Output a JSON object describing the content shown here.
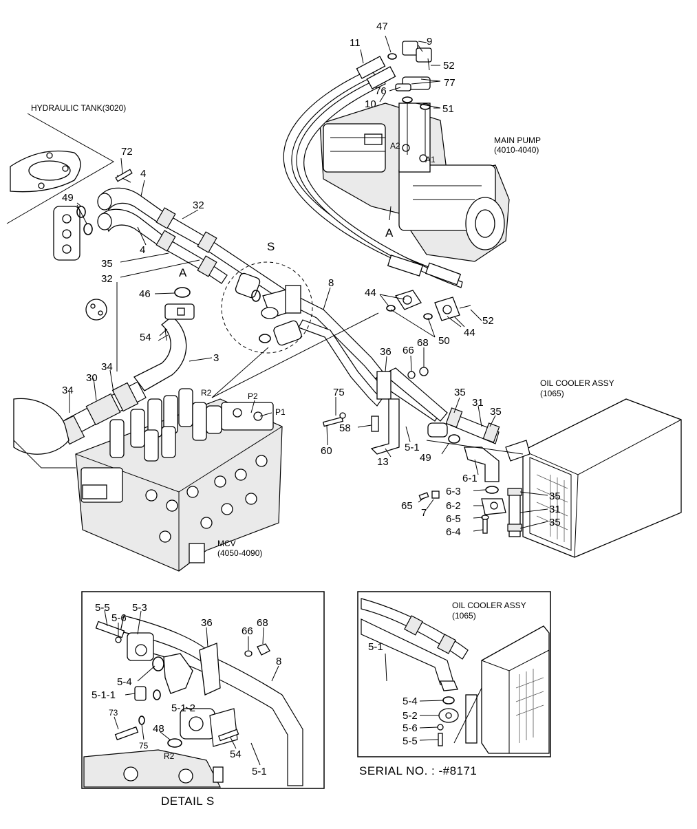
{
  "main_labels": {
    "hydraulic_tank": "HYDRAULIC TANK(3020)",
    "main_pump": "MAIN PUMP",
    "main_pump_code": "(4010-4040)",
    "oil_cooler": "OIL COOLER ASSY",
    "oil_cooler_code": "(1065)",
    "mcv": "MCV",
    "mcv_code": "(4050-4090)",
    "section_s": "S",
    "section_a_top": "A",
    "section_a_pump": "A",
    "port_a1": "A1",
    "port_a2": "A2",
    "port_r2": "R2",
    "port_p1": "P1",
    "port_p2": "P2"
  },
  "part_numbers": {
    "p47": "47",
    "p9": "9",
    "p11": "11",
    "p52a": "52",
    "p77": "77",
    "p76": "76",
    "p10": "10",
    "p51": "51",
    "p72": "72",
    "p4a": "4",
    "p4b": "4",
    "p49a": "49",
    "p32a": "32",
    "p35a": "35",
    "p32b": "32",
    "p46": "46",
    "p8": "8",
    "p44a": "44",
    "p44b": "44",
    "p52b": "52",
    "p50": "50",
    "p54": "54",
    "p3": "3",
    "p36": "36",
    "p66": "66",
    "p68": "68",
    "p34a": "34",
    "p30": "30",
    "p34b": "34",
    "p75": "75",
    "p58": "58",
    "p60": "60",
    "p35b": "35",
    "p31a": "31",
    "p35c": "35",
    "p5_1": "5-1",
    "p49b": "49",
    "p13": "13",
    "p6_1": "6-1",
    "p6_3": "6-3",
    "p65": "65",
    "p7": "7",
    "p6_2": "6-2",
    "p6_5": "6-5",
    "p6_4": "6-4",
    "p35d": "35",
    "p31b": "31",
    "p35e": "35"
  },
  "detail_s": {
    "title": "DETAIL  S",
    "labels": {
      "d5_5": "5-5",
      "d5_6": "5-6",
      "d5_3": "5-3",
      "d36": "36",
      "d66": "66",
      "d68": "68",
      "d8": "8",
      "d5_4": "5-4",
      "d5_1_1": "5-1-1",
      "d5_1_2": "5-1-2",
      "d73": "73",
      "d75": "75",
      "d48": "48",
      "dR2": "R2",
      "d54": "54",
      "d5_1": "5-1"
    }
  },
  "serial_detail": {
    "caption": "SERIAL NO. : -#8171",
    "oil_cooler": "OIL COOLER ASSY",
    "oil_cooler_code": "(1065)",
    "labels": {
      "s5_1": "5-1",
      "s5_4": "5-4",
      "s5_2": "5-2",
      "s5_6": "5-6",
      "s5_5": "5-5"
    }
  }
}
